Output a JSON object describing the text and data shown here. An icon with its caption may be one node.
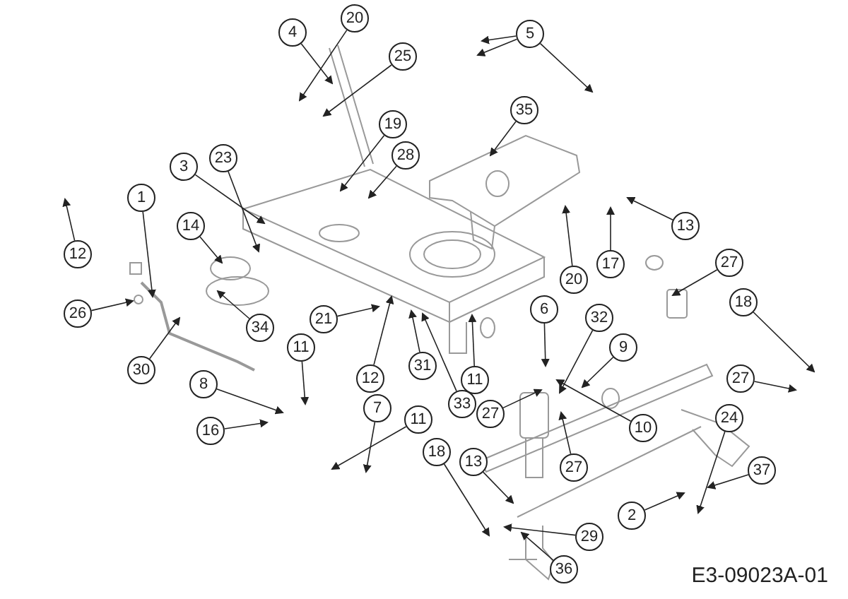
{
  "diagram": {
    "nodes": [
      {
        "text": [
          "20"
        ]
      },
      {
        "text": [
          "4"
        ]
      },
      {
        "text": [
          "5"
        ]
      },
      {
        "text": [
          "25"
        ]
      },
      {
        "text": [
          "35"
        ]
      },
      {
        "text": [
          "19"
        ]
      },
      {
        "text": [
          "28"
        ]
      },
      {
        "text": [
          "23"
        ]
      },
      {
        "text": [
          "3"
        ]
      },
      {
        "text": [
          "1"
        ]
      },
      {
        "text": [
          "13"
        ]
      },
      {
        "text": [
          "14"
        ]
      },
      {
        "text": [
          "17"
        ]
      },
      {
        "text": [
          "12"
        ]
      },
      {
        "text": [
          "20"
        ]
      },
      {
        "text": [
          "27"
        ]
      },
      {
        "text": [
          "18"
        ]
      },
      {
        "text": [
          "26"
        ]
      },
      {
        "text": [
          "6"
        ]
      },
      {
        "text": [
          "32"
        ]
      },
      {
        "text": [
          "21"
        ]
      },
      {
        "text": [
          "34"
        ]
      },
      {
        "text": [
          "30"
        ]
      },
      {
        "text": [
          "11"
        ]
      },
      {
        "text": [
          "9"
        ]
      },
      {
        "text": [
          "31"
        ]
      },
      {
        "text": [
          "12"
        ]
      },
      {
        "text": [
          "27"
        ]
      },
      {
        "text": [
          "11"
        ]
      },
      {
        "text": [
          "8"
        ]
      },
      {
        "text": [
          "33"
        ]
      },
      {
        "text": [
          "7"
        ]
      },
      {
        "text": [
          "27"
        ]
      },
      {
        "text": [
          "24"
        ]
      },
      {
        "text": [
          "11"
        ]
      },
      {
        "text": [
          "10"
        ]
      },
      {
        "text": [
          "16"
        ]
      },
      {
        "text": [
          "18"
        ]
      },
      {
        "text": [
          "13"
        ]
      },
      {
        "text": [
          "27"
        ]
      },
      {
        "text": [
          "37"
        ]
      },
      {
        "text": [
          "2"
        ]
      },
      {
        "text": [
          "29"
        ]
      },
      {
        "text": [
          "36"
        ]
      }
    ],
    "edges": [
      {
        "from": 0,
        "to": null,
        "arrow": "to"
      },
      {
        "from": 1,
        "to": null,
        "arrow": "to"
      },
      {
        "from": 2,
        "to": null,
        "arrow": "to"
      },
      {
        "from": 2,
        "to": null,
        "arrow": "to"
      },
      {
        "from": 2,
        "to": null,
        "arrow": "to"
      },
      {
        "from": 3,
        "to": null,
        "arrow": "to"
      },
      {
        "from": 4,
        "to": null,
        "arrow": "to"
      },
      {
        "from": 5,
        "to": null,
        "arrow": "to"
      },
      {
        "from": 6,
        "to": null,
        "arrow": "to"
      },
      {
        "from": 7,
        "to": null,
        "arrow": "to"
      },
      {
        "from": 8,
        "to": null,
        "arrow": "to"
      },
      {
        "from": 9,
        "to": null,
        "arrow": "to"
      },
      {
        "from": 10,
        "to": null,
        "arrow": "to"
      },
      {
        "from": 11,
        "to": null,
        "arrow": "to"
      },
      {
        "from": 12,
        "to": null,
        "arrow": "to"
      },
      {
        "from": 13,
        "to": null,
        "arrow": "to"
      },
      {
        "from": 14,
        "to": null,
        "arrow": "to"
      },
      {
        "from": 15,
        "to": null,
        "arrow": "to"
      },
      {
        "from": 16,
        "to": null,
        "arrow": "to"
      },
      {
        "from": 17,
        "to": null,
        "arrow": "to"
      },
      {
        "from": 18,
        "to": null,
        "arrow": "to"
      },
      {
        "from": 19,
        "to": null,
        "arrow": "to"
      },
      {
        "from": 20,
        "to": null,
        "arrow": "to"
      },
      {
        "from": 21,
        "to": null,
        "arrow": "to"
      },
      {
        "from": 22,
        "to": null,
        "arrow": "to"
      },
      {
        "from": 23,
        "to": null,
        "arrow": "to"
      },
      {
        "from": 24,
        "to": null,
        "arrow": "to"
      },
      {
        "from": 25,
        "to": null,
        "arrow": "to"
      },
      {
        "from": 26,
        "to": null,
        "arrow": "to"
      },
      {
        "from": 27,
        "to": null,
        "arrow": "to"
      },
      {
        "from": 28,
        "to": null,
        "arrow": "to"
      },
      {
        "from": 29,
        "to": null,
        "arrow": "to"
      },
      {
        "from": 30,
        "to": null,
        "arrow": "to"
      },
      {
        "from": 31,
        "to": null,
        "arrow": "to"
      },
      {
        "from": 32,
        "to": null,
        "arrow": "to"
      },
      {
        "from": 33,
        "to": null,
        "arrow": "to"
      },
      {
        "from": 34,
        "to": null,
        "arrow": "to"
      },
      {
        "from": 35,
        "to": null,
        "arrow": "to"
      },
      {
        "from": 36,
        "to": null,
        "arrow": "to"
      },
      {
        "from": 37,
        "to": null,
        "arrow": "to"
      },
      {
        "from": 38,
        "to": null,
        "arrow": "to"
      },
      {
        "from": 39,
        "to": null,
        "arrow": "to"
      },
      {
        "from": 40,
        "to": null,
        "arrow": "to"
      },
      {
        "from": 41,
        "to": null,
        "arrow": "to"
      },
      {
        "from": 42,
        "to": null,
        "arrow": "to"
      },
      {
        "from": 43,
        "to": null,
        "arrow": "to"
      }
    ],
    "labels": [
      "E3-09023A-01"
    ]
  }
}
